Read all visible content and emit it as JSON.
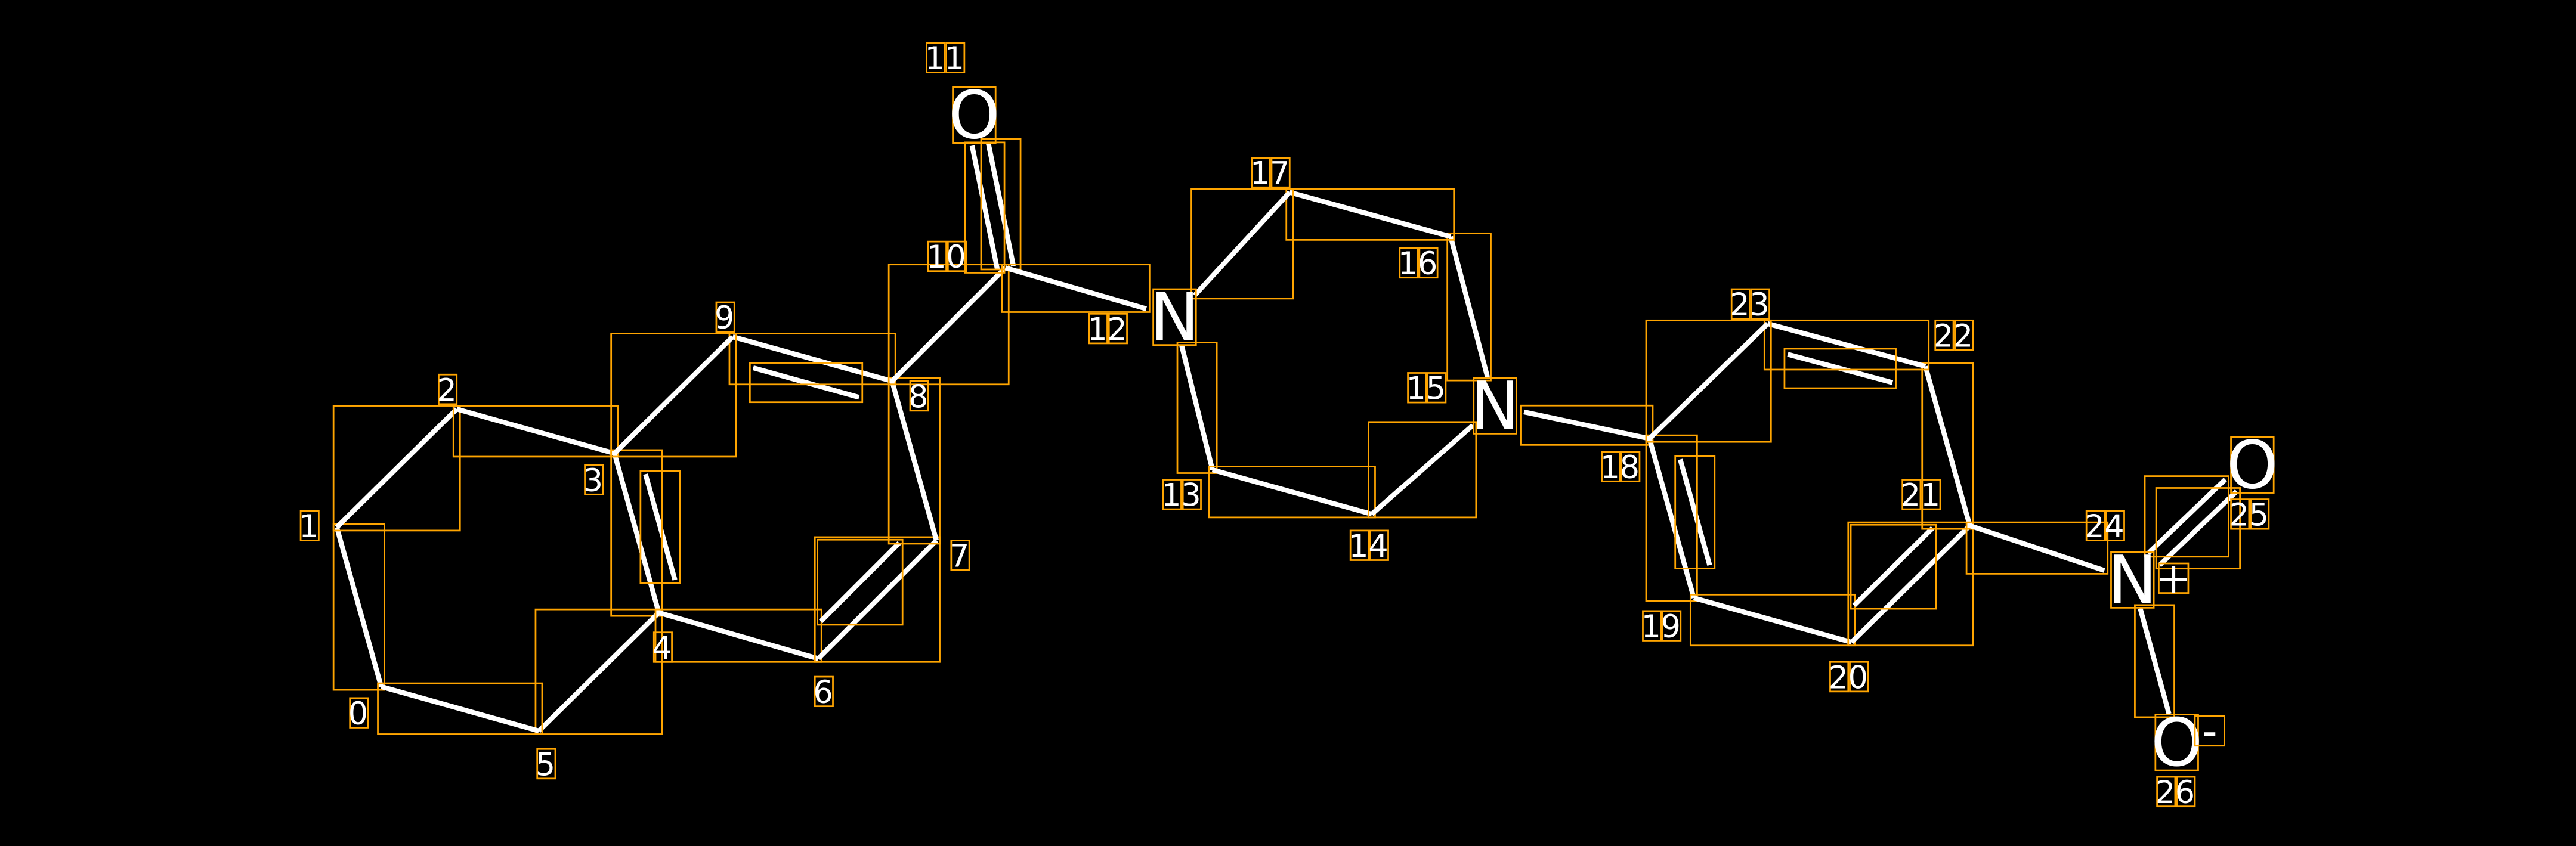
{
  "diagram": {
    "type": "molecule-annotated",
    "colors": {
      "background": "#000000",
      "bond": "#FFFFFF",
      "box": "#FFA500",
      "text": "#FFFFFF"
    },
    "atoms": [
      {
        "index": "0",
        "symbol": ""
      },
      {
        "index": "1",
        "symbol": ""
      },
      {
        "index": "2",
        "symbol": ""
      },
      {
        "index": "3",
        "symbol": ""
      },
      {
        "index": "4",
        "symbol": ""
      },
      {
        "index": "5",
        "symbol": ""
      },
      {
        "index": "6",
        "symbol": ""
      },
      {
        "index": "7",
        "symbol": ""
      },
      {
        "index": "8",
        "symbol": ""
      },
      {
        "index": "9",
        "symbol": ""
      },
      {
        "index": "10",
        "symbol": ""
      },
      {
        "index": "11",
        "symbol": "O"
      },
      {
        "index": "12",
        "symbol": "N"
      },
      {
        "index": "13",
        "symbol": ""
      },
      {
        "index": "14",
        "symbol": ""
      },
      {
        "index": "15",
        "symbol": "N"
      },
      {
        "index": "16",
        "symbol": ""
      },
      {
        "index": "17",
        "symbol": ""
      },
      {
        "index": "18",
        "symbol": ""
      },
      {
        "index": "19",
        "symbol": ""
      },
      {
        "index": "20",
        "symbol": ""
      },
      {
        "index": "21",
        "symbol": ""
      },
      {
        "index": "22",
        "symbol": ""
      },
      {
        "index": "23",
        "symbol": ""
      },
      {
        "index": "24",
        "symbol": "N",
        "charge": "+"
      },
      {
        "index": "25",
        "symbol": "O"
      },
      {
        "index": "26",
        "symbol": "O",
        "charge": "-"
      }
    ],
    "bonds": [
      [
        0,
        1,
        1
      ],
      [
        1,
        2,
        1
      ],
      [
        2,
        3,
        1
      ],
      [
        3,
        4,
        2
      ],
      [
        4,
        5,
        1
      ],
      [
        5,
        0,
        1
      ],
      [
        4,
        6,
        1
      ],
      [
        6,
        7,
        2
      ],
      [
        7,
        8,
        1
      ],
      [
        8,
        9,
        2
      ],
      [
        9,
        3,
        1
      ],
      [
        8,
        10,
        1
      ],
      [
        10,
        11,
        2
      ],
      [
        10,
        12,
        1
      ],
      [
        12,
        13,
        1
      ],
      [
        13,
        14,
        1
      ],
      [
        14,
        15,
        1
      ],
      [
        15,
        16,
        1
      ],
      [
        16,
        17,
        1
      ],
      [
        17,
        12,
        1
      ],
      [
        15,
        18,
        1
      ],
      [
        18,
        19,
        2
      ],
      [
        19,
        20,
        1
      ],
      [
        20,
        21,
        2
      ],
      [
        21,
        22,
        1
      ],
      [
        22,
        23,
        2
      ],
      [
        23,
        18,
        1
      ],
      [
        21,
        24,
        1
      ],
      [
        24,
        25,
        2
      ],
      [
        24,
        26,
        1
      ]
    ]
  }
}
